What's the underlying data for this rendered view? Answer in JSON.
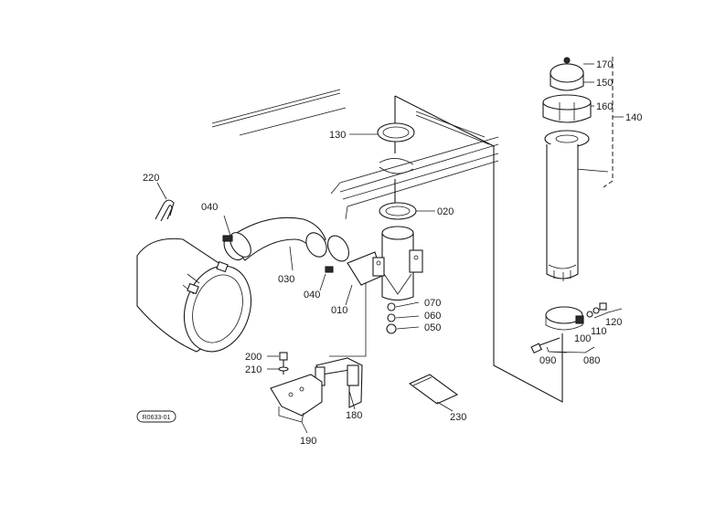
{
  "diagram": {
    "code": "R0633-01",
    "labels": [
      {
        "id": "010",
        "text": "010"
      },
      {
        "id": "020",
        "text": "020"
      },
      {
        "id": "030",
        "text": "030"
      },
      {
        "id": "040a",
        "text": "040"
      },
      {
        "id": "040b",
        "text": "040"
      },
      {
        "id": "050",
        "text": "050"
      },
      {
        "id": "060",
        "text": "060"
      },
      {
        "id": "070",
        "text": "070"
      },
      {
        "id": "080",
        "text": "080"
      },
      {
        "id": "090",
        "text": "090"
      },
      {
        "id": "100",
        "text": "100"
      },
      {
        "id": "110",
        "text": "110"
      },
      {
        "id": "120",
        "text": "120"
      },
      {
        "id": "130",
        "text": "130"
      },
      {
        "id": "140",
        "text": "140"
      },
      {
        "id": "150",
        "text": "150"
      },
      {
        "id": "160",
        "text": "160"
      },
      {
        "id": "170",
        "text": "170"
      },
      {
        "id": "180",
        "text": "180"
      },
      {
        "id": "190",
        "text": "190"
      },
      {
        "id": "200",
        "text": "200"
      },
      {
        "id": "210",
        "text": "210"
      },
      {
        "id": "220",
        "text": "220"
      },
      {
        "id": "230",
        "text": "230"
      }
    ]
  }
}
